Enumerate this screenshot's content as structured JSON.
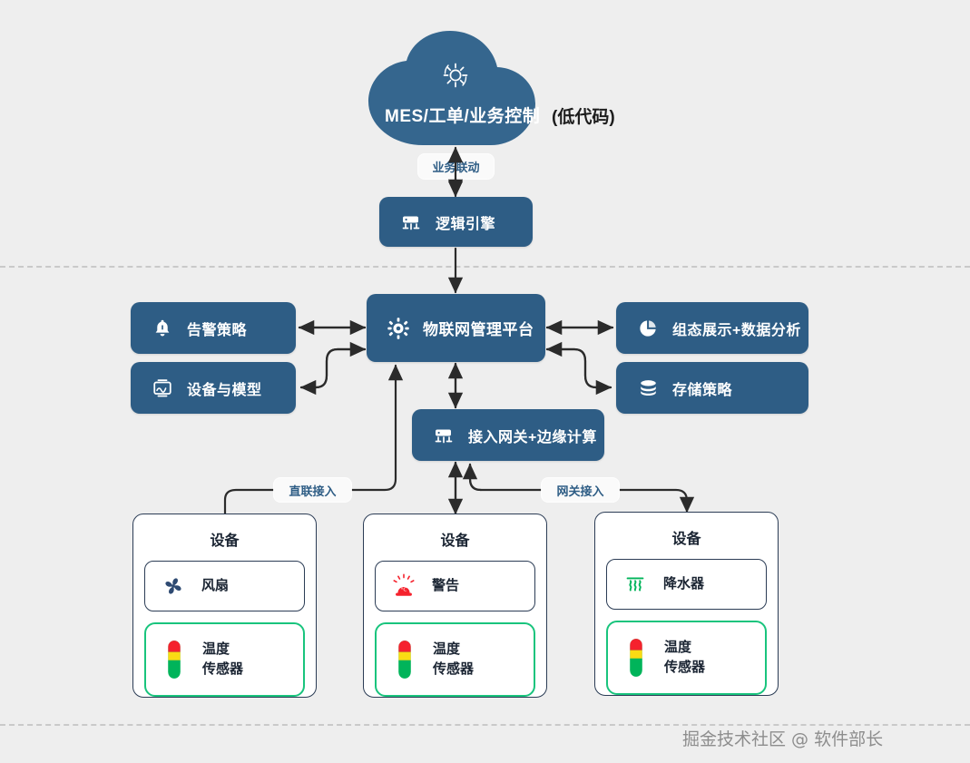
{
  "diagram": {
    "title": "IoT platform architecture",
    "colors": {
      "background": "#eeeeee",
      "node_blue": "#2e5d85",
      "node_blue_dark": "#2a5578",
      "card_border": "#2b3c55",
      "sensor_green": "#19c47d",
      "wire": "#2b2b2b",
      "pill_text": "#2e5d85"
    }
  },
  "cloud": {
    "label": "MES/工单/业务控制",
    "side_note": "(低代码)",
    "icon": "iot-gear-icon"
  },
  "edge_labels": {
    "business_link": "业务联动",
    "direct_access": "直联接入",
    "gateway_access": "网关接入"
  },
  "nodes": {
    "logic_engine": {
      "label": "逻辑引擎",
      "icon": "gateway-icon"
    },
    "platform": {
      "label": "物联网管理平台",
      "icon": "iot-gear-icon"
    },
    "alarm_policy": {
      "label": "告警策略",
      "icon": "bell-icon"
    },
    "device_model": {
      "label": "设备与模型",
      "icon": "device-model-icon"
    },
    "visualization": {
      "label": "组态展示+数据分析",
      "icon": "pie-chart-icon"
    },
    "storage": {
      "label": "存储策略",
      "icon": "database-icon"
    },
    "gateway_edge": {
      "label": "接入网关+边缘计算",
      "icon": "gateway-icon"
    }
  },
  "device_cards": [
    {
      "title": "设备",
      "primary": {
        "label": "风扇",
        "icon": "fan-icon"
      },
      "sensor": {
        "line1": "温度",
        "line2": "传感器",
        "icon": "temperature-sensor-icon"
      }
    },
    {
      "title": "设备",
      "primary": {
        "label": "警告",
        "icon": "alarm-siren-icon"
      },
      "sensor": {
        "line1": "温度",
        "line2": "传感器",
        "icon": "temperature-sensor-icon"
      }
    },
    {
      "title": "设备",
      "primary": {
        "label": "降水器",
        "icon": "water-spray-icon"
      },
      "sensor": {
        "line1": "温度",
        "line2": "传感器",
        "icon": "temperature-sensor-icon"
      }
    }
  ],
  "watermark": "掘金技术社区 @ 软件部长"
}
